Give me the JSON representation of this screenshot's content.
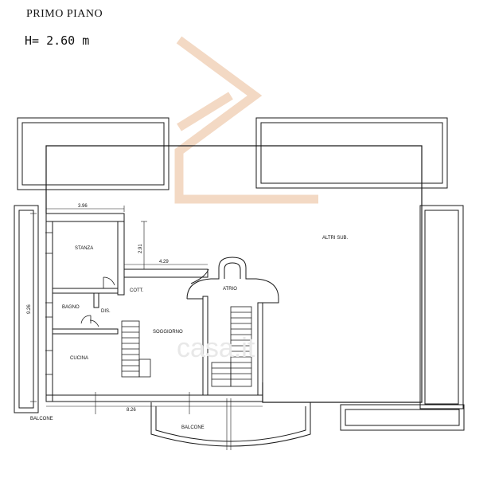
{
  "header": {
    "title": "PRIMO PIANO",
    "height": "H=  2.60  m"
  },
  "rooms": {
    "stanza": "STANZA",
    "bagno": "BAGNO",
    "dis": "DIS.",
    "cucina": "CUCINA",
    "cott": "COTT.",
    "soggiorno": "SOGGIORNO",
    "atrio": "ATRIO",
    "altri_sub": "ALTRI SUB.",
    "balcone_left": "BALCONE",
    "balcone_right": "BALCONE"
  },
  "dimensions": {
    "d396": "3.96",
    "d291": "2.91",
    "d429": "4.29",
    "d926": "9.26",
    "d826": "8.26"
  },
  "watermark": "casa.it",
  "colors": {
    "logo": "#f3d9c4",
    "line": "#1a1a1a"
  }
}
